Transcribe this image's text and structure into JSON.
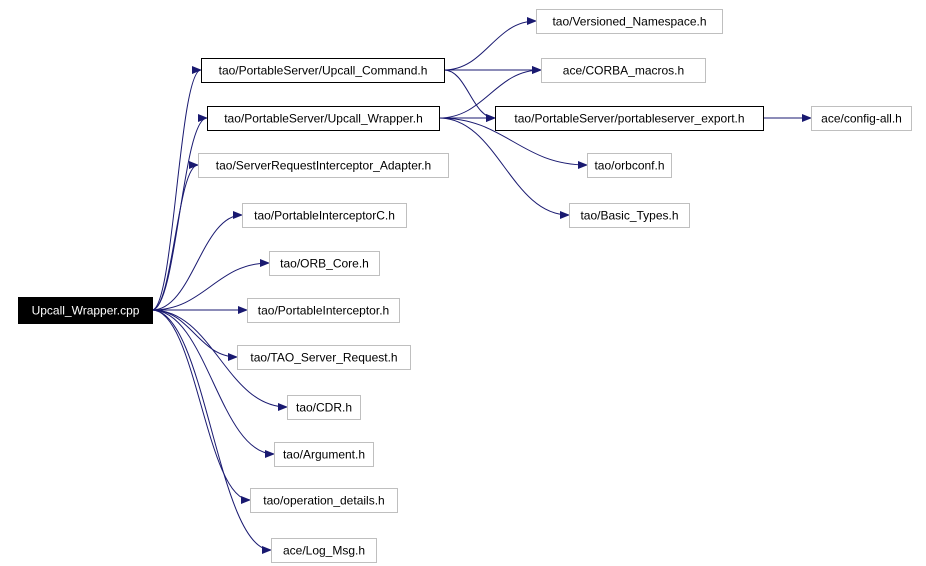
{
  "diagram": {
    "edge_color": "#191970",
    "root_color": "#000000",
    "nodes": [
      {
        "id": "root",
        "label": "Upcall_Wrapper.cpp",
        "style": "root"
      },
      {
        "id": "cmd",
        "label": "tao/PortableServer/Upcall_Command.h",
        "style": "linked"
      },
      {
        "id": "wrap",
        "label": "tao/PortableServer/Upcall_Wrapper.h",
        "style": "linked"
      },
      {
        "id": "sria",
        "label": "tao/ServerRequestInterceptor_Adapter.h",
        "style": "plain"
      },
      {
        "id": "pic",
        "label": "tao/PortableInterceptorC.h",
        "style": "plain"
      },
      {
        "id": "orb",
        "label": "tao/ORB_Core.h",
        "style": "plain"
      },
      {
        "id": "pi",
        "label": "tao/PortableInterceptor.h",
        "style": "plain"
      },
      {
        "id": "tsr",
        "label": "tao/TAO_Server_Request.h",
        "style": "plain"
      },
      {
        "id": "cdr",
        "label": "tao/CDR.h",
        "style": "plain"
      },
      {
        "id": "arg",
        "label": "tao/Argument.h",
        "style": "plain"
      },
      {
        "id": "opd",
        "label": "tao/operation_details.h",
        "style": "plain"
      },
      {
        "id": "log",
        "label": "ace/Log_Msg.h",
        "style": "plain"
      },
      {
        "id": "vns",
        "label": "tao/Versioned_Namespace.h",
        "style": "plain"
      },
      {
        "id": "cm",
        "label": "ace/CORBA_macros.h",
        "style": "plain"
      },
      {
        "id": "pse",
        "label": "tao/PortableServer/portableserver_export.h",
        "style": "linked"
      },
      {
        "id": "cfg",
        "label": "ace/config-all.h",
        "style": "plain"
      },
      {
        "id": "orbc",
        "label": "tao/orbconf.h",
        "style": "plain"
      },
      {
        "id": "bt",
        "label": "tao/Basic_Types.h",
        "style": "plain"
      }
    ],
    "edges": [
      {
        "from": "root",
        "to": "cmd"
      },
      {
        "from": "root",
        "to": "wrap"
      },
      {
        "from": "root",
        "to": "sria"
      },
      {
        "from": "root",
        "to": "pic"
      },
      {
        "from": "root",
        "to": "orb"
      },
      {
        "from": "root",
        "to": "pi"
      },
      {
        "from": "root",
        "to": "tsr"
      },
      {
        "from": "root",
        "to": "cdr"
      },
      {
        "from": "root",
        "to": "arg"
      },
      {
        "from": "root",
        "to": "opd"
      },
      {
        "from": "root",
        "to": "log"
      },
      {
        "from": "cmd",
        "to": "vns"
      },
      {
        "from": "cmd",
        "to": "cm"
      },
      {
        "from": "cmd",
        "to": "pse"
      },
      {
        "from": "wrap",
        "to": "cm"
      },
      {
        "from": "wrap",
        "to": "pse"
      },
      {
        "from": "wrap",
        "to": "orbc"
      },
      {
        "from": "wrap",
        "to": "bt"
      },
      {
        "from": "pse",
        "to": "cfg"
      }
    ]
  }
}
